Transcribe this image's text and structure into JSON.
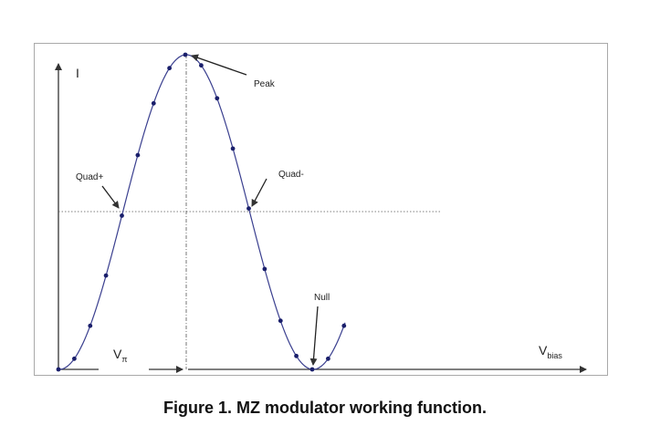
{
  "diagram": {
    "labels": {
      "y_axis": "I",
      "x_axis_main": "V",
      "x_axis_sub": "bias",
      "vpi_main": "V",
      "vpi_sub": "π",
      "peak": "Peak",
      "quad_plus": "Quad+",
      "quad_minus": "Quad-",
      "null": "Null"
    },
    "colors": {
      "curve": "#3a3f8f",
      "marker": "#1a1f6b",
      "axis": "#333333",
      "guide": "#555555"
    }
  },
  "caption": "Figure 1. MZ modulator working function."
}
